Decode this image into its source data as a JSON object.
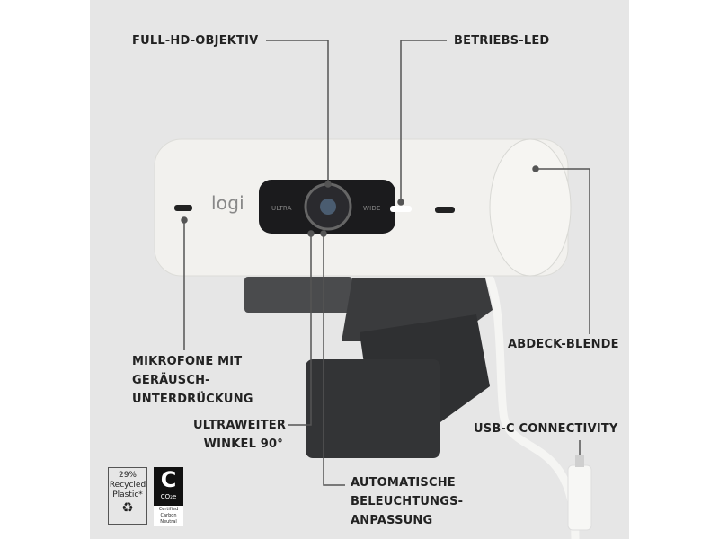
{
  "labels": {
    "lens": "FULL-HD-OBJEKTIV",
    "led": "BETRIEBS-LED",
    "mic": [
      "MIKROFONE MIT",
      "GERÄUSCH-",
      "UNTERDRÜCKUNG"
    ],
    "cover": "ABDECK-BLENDE",
    "wide": [
      "ULTRAWEITER",
      "WINKEL 90°"
    ],
    "usb": "USB-C CONNECTIVITY",
    "light": [
      "AUTOMATISCHE",
      "BELEUCHTUNGS-",
      "ANPASSUNG"
    ]
  },
  "camera": {
    "logo": "logi",
    "left_text": "ULTRA",
    "right_text": "WIDE"
  },
  "badges": {
    "recycled": [
      "29%",
      "Recycled",
      "Plastic*"
    ],
    "carbon": {
      "symbol": "CO₂e",
      "text": [
        "Certified",
        "Carbon Neutral"
      ]
    }
  },
  "colors": {
    "background": "#e6e6e6",
    "body": "#f2f1ee",
    "stand": "#3a3b3d",
    "text": "#222222"
  }
}
